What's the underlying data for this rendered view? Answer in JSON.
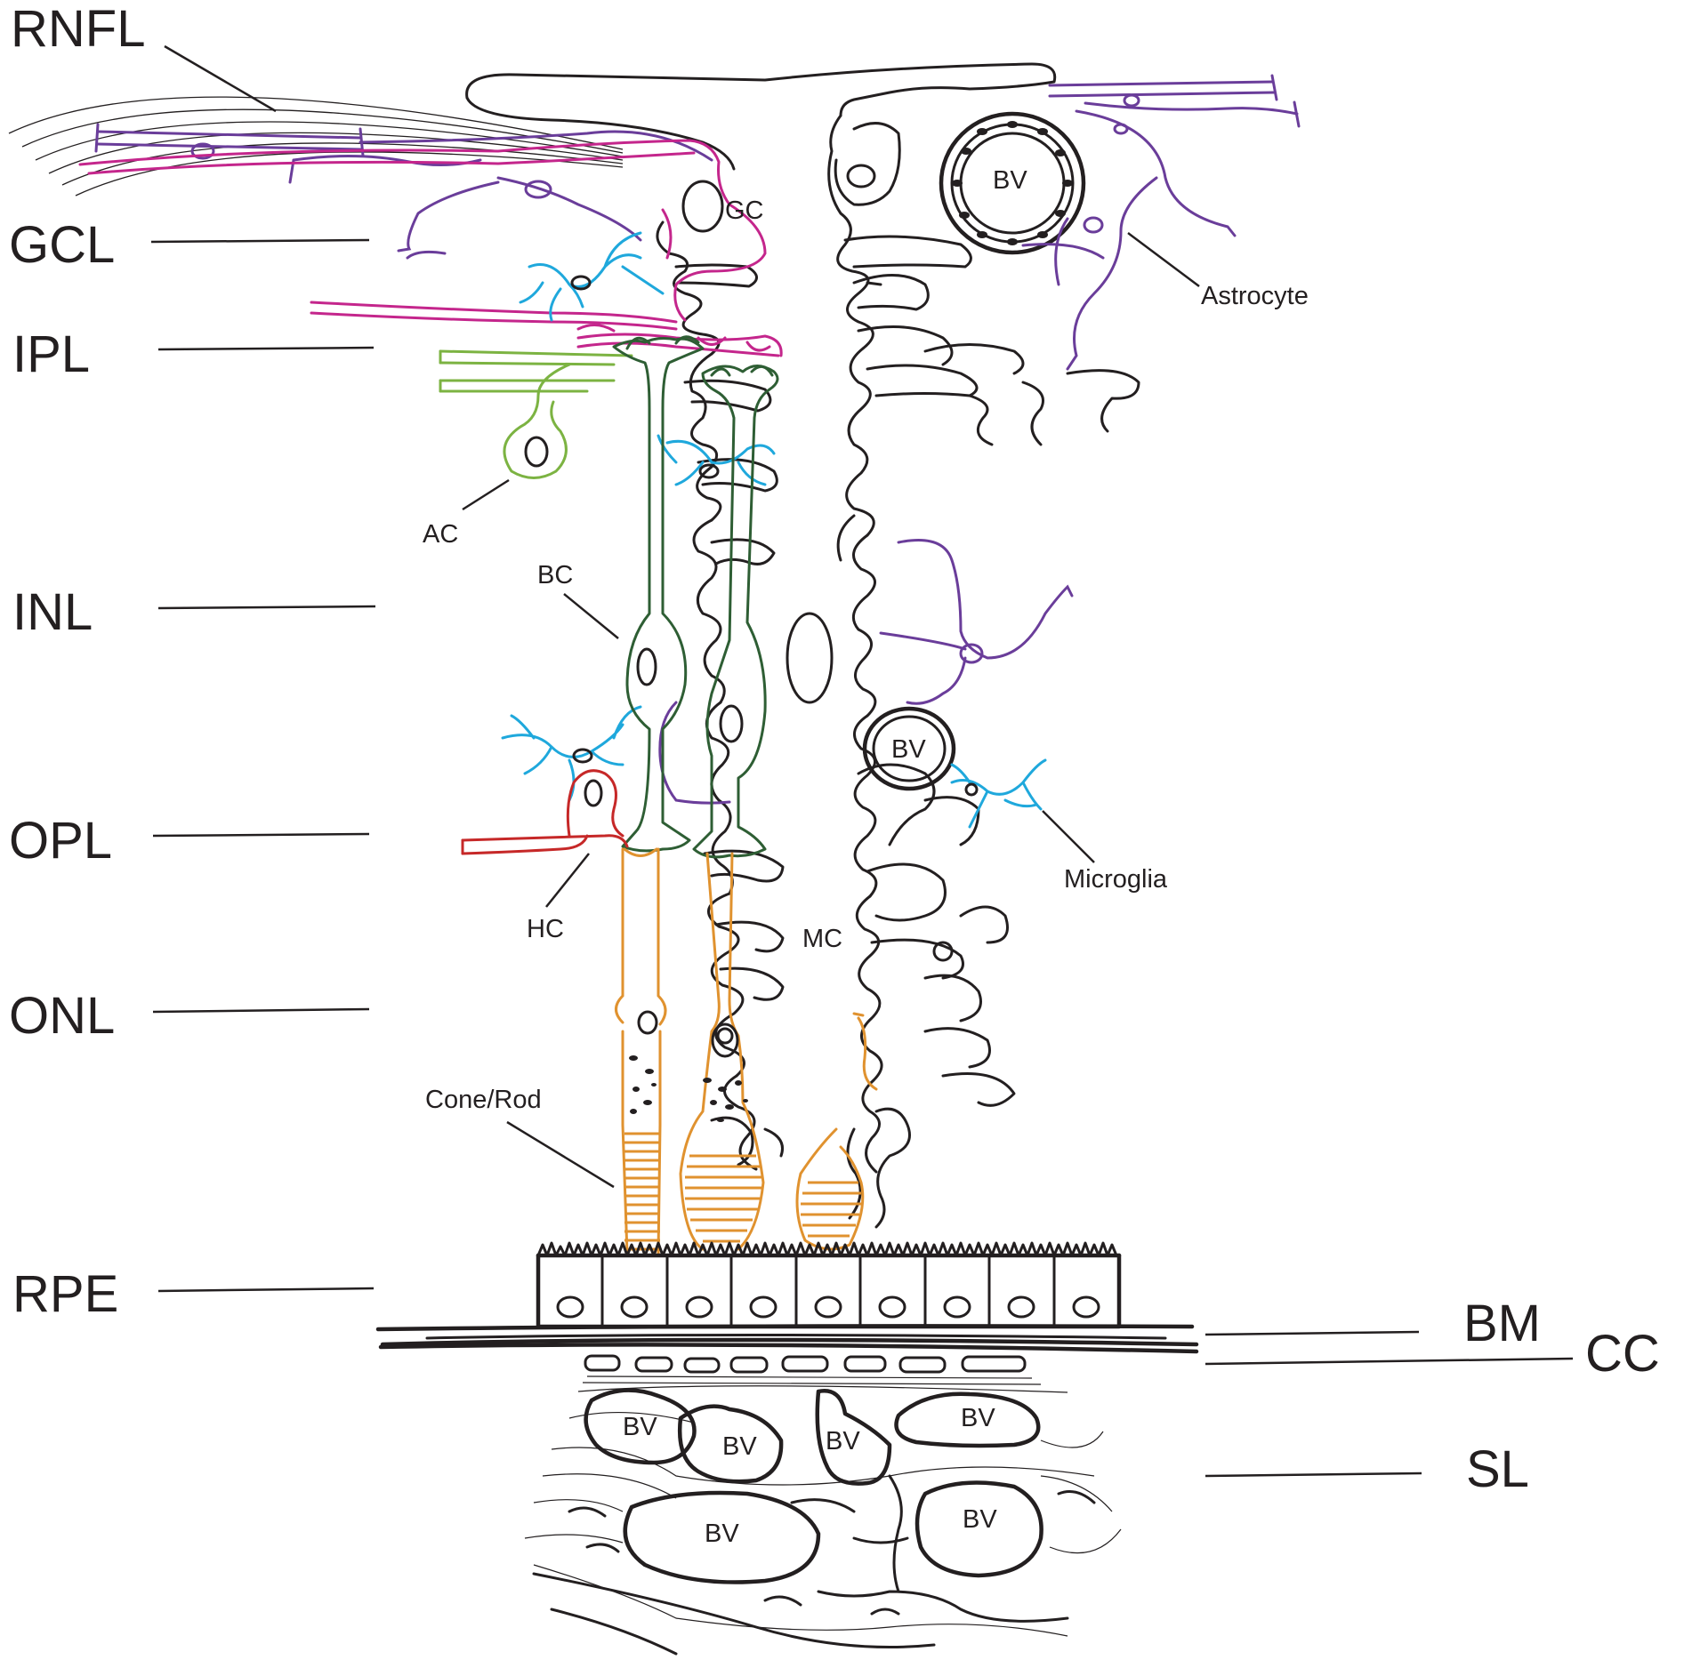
{
  "layers": [
    {
      "id": "rnfl",
      "label": "RNFL"
    },
    {
      "id": "gcl",
      "label": "GCL"
    },
    {
      "id": "ipl",
      "label": "IPL"
    },
    {
      "id": "inl",
      "label": "INL"
    },
    {
      "id": "opl",
      "label": "OPL"
    },
    {
      "id": "onl",
      "label": "ONL"
    },
    {
      "id": "rpe",
      "label": "RPE"
    },
    {
      "id": "bm",
      "label": "BM"
    },
    {
      "id": "cc",
      "label": "CC"
    },
    {
      "id": "sl",
      "label": "SL"
    }
  ],
  "cells": {
    "gc": "GC",
    "ac": "AC",
    "bc": "BC",
    "hc": "HC",
    "mc": "MC",
    "cone_rod": "Cone/Rod",
    "astrocyte": "Astrocyte",
    "microglia": "Microglia",
    "blood_vessel": "BV"
  },
  "colors": {
    "outline": "#231f20",
    "ganglion_cell": "#c4268c",
    "astrocyte": "#6a3d9a",
    "microglia": "#1fa8dc",
    "amacrine_cell": "#7cb342",
    "bipolar_cell": "#2e5e34",
    "horizontal_cell": "#c62828",
    "photoreceptor": "#e0922f"
  }
}
